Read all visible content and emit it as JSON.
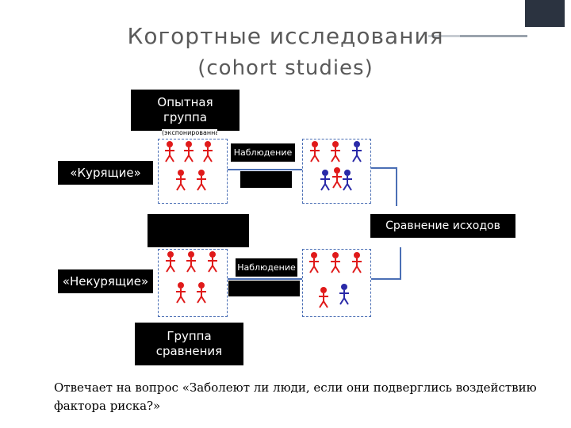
{
  "slide": {
    "title_line1": "Когортные исследования",
    "title_line2": "(cohort studies)",
    "caption": "Отвечает на вопрос «Заболеют ли люди, если они подверглись воздействию фактора риска?»"
  },
  "diagram": {
    "exposed_group_label": "Опытная группа",
    "exposed_group_sublabel": "(экспонированная)",
    "smokers_label": "«Курящие»",
    "nonsmokers_label": "«Некурящие»",
    "comparison_group_label": "Группа сравнения",
    "observation_label_top": "Наблюдение",
    "observation_label_bottom": "Наблюдение",
    "compare_outcomes_label": "Сравнение исходов",
    "colors": {
      "healthy": "#e01a1a",
      "ill": "#2a2aa8",
      "border": "#4b6fb5"
    }
  }
}
